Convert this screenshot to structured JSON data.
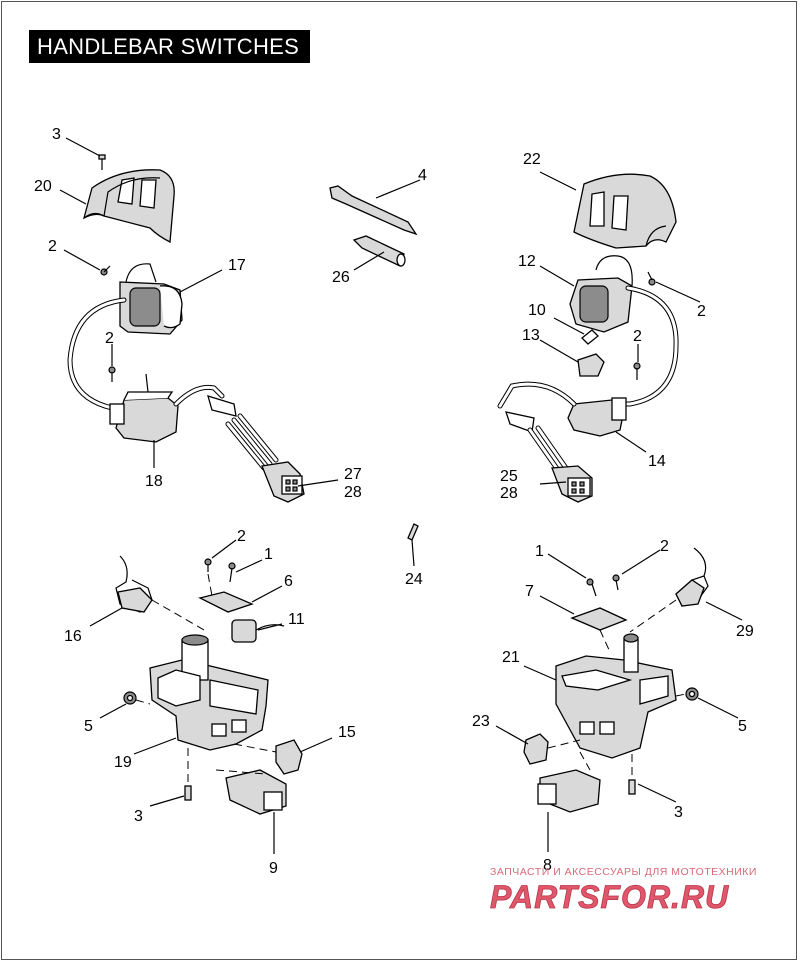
{
  "title": "HANDLEBAR SWITCHES",
  "callouts": [
    {
      "id": "c3a",
      "text": "3"
    },
    {
      "id": "c20",
      "text": "20"
    },
    {
      "id": "c2a",
      "text": "2"
    },
    {
      "id": "c17",
      "text": "17"
    },
    {
      "id": "c2b",
      "text": "2"
    },
    {
      "id": "c18",
      "text": "18"
    },
    {
      "id": "c4",
      "text": "4"
    },
    {
      "id": "c26",
      "text": "26"
    },
    {
      "id": "c27",
      "text": "27"
    },
    {
      "id": "c28a",
      "text": "28"
    },
    {
      "id": "c22",
      "text": "22"
    },
    {
      "id": "c12",
      "text": "12"
    },
    {
      "id": "c2c",
      "text": "2"
    },
    {
      "id": "c10",
      "text": "10"
    },
    {
      "id": "c13",
      "text": "13"
    },
    {
      "id": "c2d",
      "text": "2"
    },
    {
      "id": "c14",
      "text": "14"
    },
    {
      "id": "c25",
      "text": "25"
    },
    {
      "id": "c28b",
      "text": "28"
    },
    {
      "id": "c24",
      "text": "24"
    },
    {
      "id": "c2e",
      "text": "2"
    },
    {
      "id": "c1a",
      "text": "1"
    },
    {
      "id": "c6",
      "text": "6"
    },
    {
      "id": "c11",
      "text": "11"
    },
    {
      "id": "c16",
      "text": "16"
    },
    {
      "id": "c5a",
      "text": "5"
    },
    {
      "id": "c19",
      "text": "19"
    },
    {
      "id": "c15",
      "text": "15"
    },
    {
      "id": "c3b",
      "text": "3"
    },
    {
      "id": "c9",
      "text": "9"
    },
    {
      "id": "c1b",
      "text": "1"
    },
    {
      "id": "c2f",
      "text": "2"
    },
    {
      "id": "c7",
      "text": "7"
    },
    {
      "id": "c29",
      "text": "29"
    },
    {
      "id": "c21",
      "text": "21"
    },
    {
      "id": "c5b",
      "text": "5"
    },
    {
      "id": "c23",
      "text": "23"
    },
    {
      "id": "c3c",
      "text": "3"
    },
    {
      "id": "c8",
      "text": "8"
    }
  ],
  "watermark": {
    "caption": "ЗАПЧАСТИ И АКСЕССУАРЫ ДЛЯ МОТОТЕХНИКИ",
    "logo": "PARTSFOR.RU",
    "color": "#e0566a"
  },
  "colors": {
    "line": "#000000",
    "part_fill": "#d9d9d9",
    "part_dark": "#8c8c8c"
  }
}
